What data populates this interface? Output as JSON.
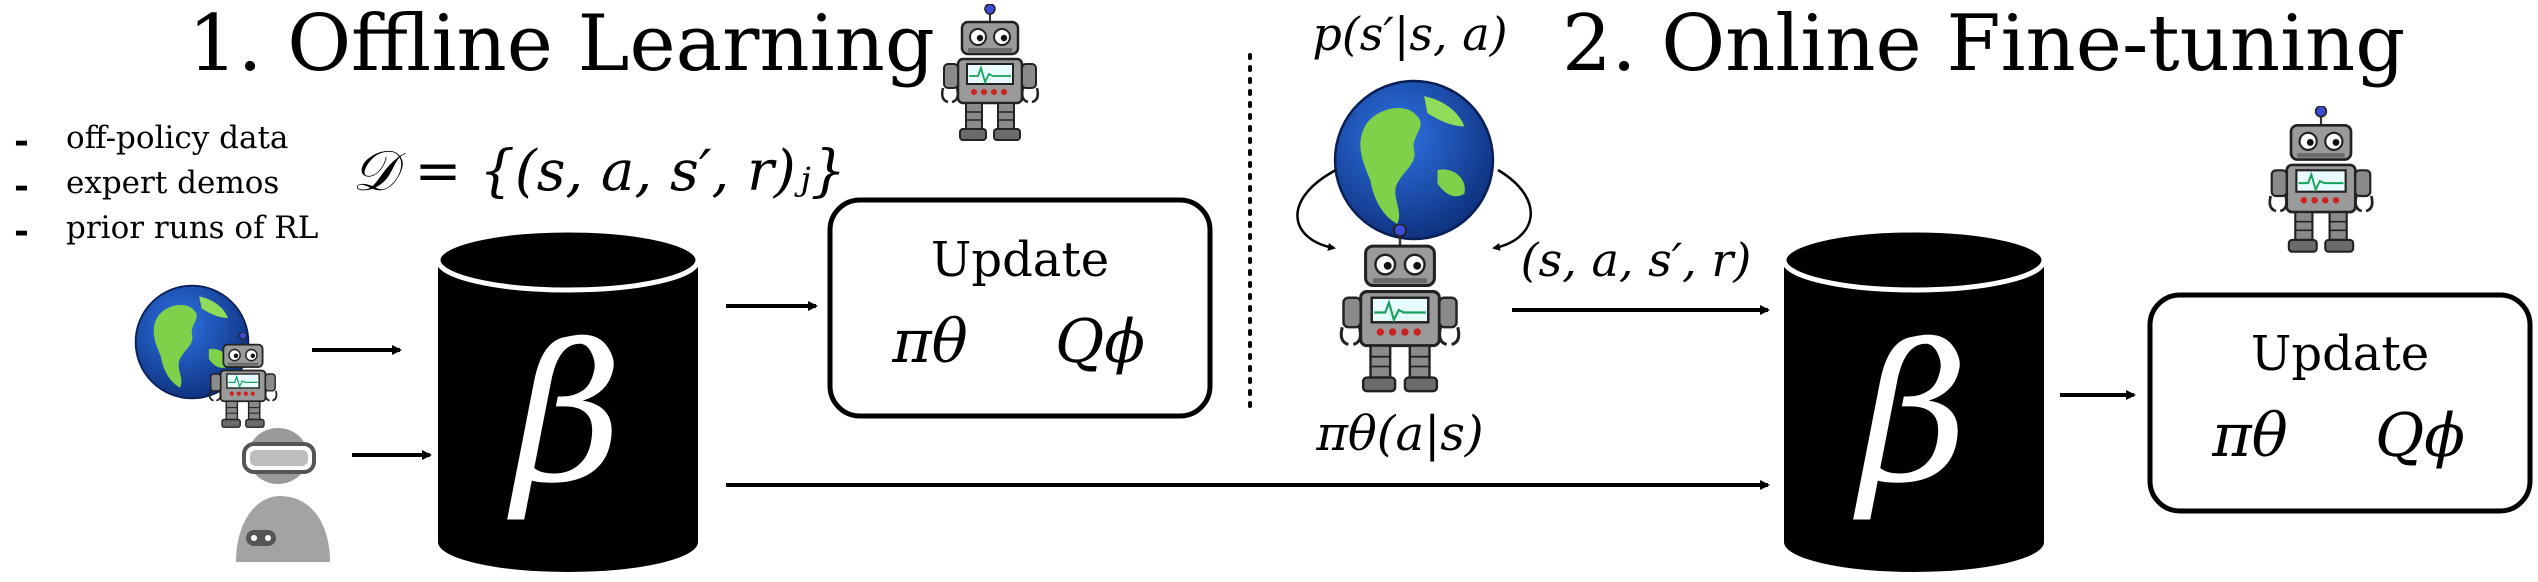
{
  "titles": {
    "offline": "1. Offline Learning",
    "online": "2. Online Fine-tuning"
  },
  "offline": {
    "data_sources": [
      "off-policy data",
      "expert demos",
      "prior runs of RL"
    ],
    "dataset_label": "𝒟 = {(s, a, s′, r)ⱼ}",
    "buffer_symbol": "β",
    "update_box": {
      "title": "Update",
      "policy": "πθ",
      "critic": "Qϕ"
    }
  },
  "online": {
    "dynamics_label": "p(s′|s, a)",
    "policy_label": "πθ(a|s)",
    "transition_label": "(s, a, s′, r)",
    "buffer_symbol": "β",
    "update_box": {
      "title": "Update",
      "policy": "πθ",
      "critic": "Qϕ"
    }
  },
  "colors": {
    "ink": "#000000",
    "robot_body": "#8e8e8e",
    "robot_dark": "#4d4d4d",
    "robot_eye": "#ffffff",
    "antenna": "#3d4bd6",
    "ocean": "#1b4fb8",
    "land": "#7fd14a",
    "headset": "#9a9a9a"
  }
}
